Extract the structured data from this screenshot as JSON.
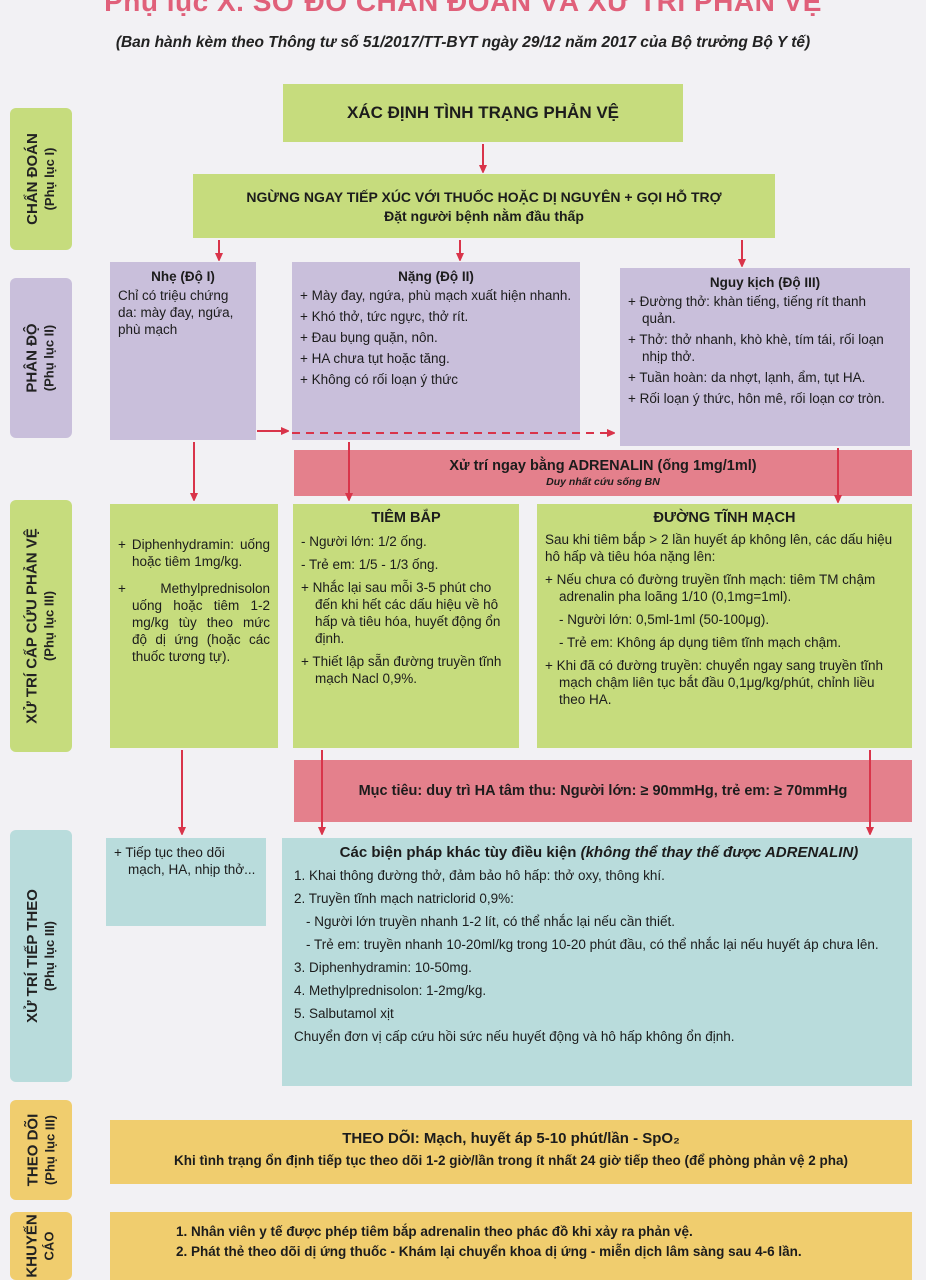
{
  "header": {
    "title": "Phụ lục X. SƠ ĐỒ CHẨN ĐOÁN VÀ XỬ TRÍ PHẢN VỆ",
    "subtitle": "(Ban hành kèm theo Thông tư số 51/2017/TT-BYT ngày 29/12 năm 2017 của Bộ trưởng Bộ Y tế)"
  },
  "sections": {
    "chan_doan": {
      "label": "CHẨN ĐOÁN",
      "sub": "(Phụ lục I)"
    },
    "phan_do": {
      "label": "PHÂN ĐỘ",
      "sub": "(Phụ lục II)"
    },
    "cap_cuu": {
      "label": "XỬ TRÍ CẤP CỨU PHẢN VỆ",
      "sub": "(Phụ lục III)"
    },
    "tiep_theo": {
      "label": "XỬ TRÍ TIẾP THEO",
      "sub": "(Phụ lục III)"
    },
    "theo_doi": {
      "label": "THEO DÕI",
      "sub": "(Phụ lục III)"
    },
    "khuyen_cao": {
      "label": "KHUYẾN",
      "sub": "CÁO"
    }
  },
  "diagnosis": {
    "title": "XÁC ĐỊNH TÌNH TRẠNG PHẢN VỆ",
    "stop_line1": "NGỪNG NGAY TIẾP XÚC VỚI THUỐC HOẶC DỊ NGUYÊN + GỌI HỖ TRỢ",
    "stop_line2": "Đặt người bệnh nằm đầu thấp"
  },
  "grades": {
    "mild": {
      "title": "Nhẹ (Độ I)",
      "text": "Chỉ có triệu chứng da: mày đay, ngứa, phù mạch"
    },
    "severe": {
      "title": "Nặng (Độ II)",
      "items": [
        "+ Mày đay, ngứa, phù mạch xuất hiện nhanh.",
        "+ Khó thở, tức ngực, thở rít.",
        "+ Đau bụng quặn, nôn.",
        "+ HA chưa tụt hoặc tăng.",
        "+ Không có rối loạn ý thức"
      ]
    },
    "critical": {
      "title": "Nguy kịch (Độ III)",
      "items": [
        "+ Đường thở: khàn tiếng, tiếng rít thanh quản.",
        "+ Thở: thở nhanh, khò khè, tím tái, rối loạn nhịp thở.",
        "+ Tuần hoàn: da nhợt, lạnh, ẩm, tụt HA.",
        "+ Rối loạn ý thức, hôn mê, rối loạn cơ tròn."
      ]
    }
  },
  "adrenalin": {
    "text": "Xử trí ngay bằng ADRENALIN (ống 1mg/1ml)",
    "sub": "Duy nhất cứu sống BN"
  },
  "emergency": {
    "mild_items": [
      "+ Diphenhydramin: uống hoặc tiêm 1mg/kg.",
      "+ Methylprednisolon uống hoặc tiêm 1-2 mg/kg tùy theo mức độ dị ứng (hoặc các thuốc tương tự)."
    ],
    "im": {
      "title": "TIÊM BẮP",
      "items": [
        "- Người lớn: 1/2 ống.",
        "- Trẻ em: 1/5 - 1/3 ống.",
        "+ Nhắc lại sau mỗi 3-5 phút cho đến khi hết các dấu hiệu về hô hấp và tiêu hóa, huyết động ổn định.",
        "+ Thiết lập sẵn đường truyền tĩnh mạch Nacl 0,9%."
      ]
    },
    "iv": {
      "title": "ĐƯỜNG TĨNH MẠCH",
      "items": [
        "Sau khi tiêm bắp > 2 lần huyết áp không lên, các dấu hiệu hô hấp và tiêu hóa nặng lên:",
        "+ Nếu chưa có đường truyền tĩnh mạch: tiêm TM chậm adrenalin pha loãng 1/10 (0,1mg=1ml).",
        "- Người lớn: 0,5ml-1ml (50-100μg).",
        "- Trẻ em: Không áp dụng tiêm tĩnh mạch chậm.",
        "+ Khi đã có đường truyền: chuyển ngay sang truyền tĩnh mạch chậm liên tục bắt đầu 0,1μg/kg/phút, chỉnh liều theo HA."
      ]
    }
  },
  "target": {
    "text": "Mục tiêu: duy trì HA tâm thu: Người lớn: ≥ 90mmHg, trẻ em: ≥ 70mmHg"
  },
  "followup": {
    "mild": "+ Tiếp tục theo dõi mạch, HA, nhịp thở...",
    "title": "Các biện pháp khác tùy điều kiện",
    "title_note": "(không thể thay thế được ADRENALIN)",
    "items": [
      "1. Khai thông đường thở, đảm bảo hô hấp: thở oxy, thông khí.",
      "2. Truyền tĩnh mạch natriclorid 0,9%:",
      "- Người lớn truyền nhanh 1-2 lít, có thể nhắc lại nếu cần thiết.",
      "- Trẻ em: truyền nhanh 10-20ml/kg trong 10-20 phút đầu, có thể nhắc lại nếu huyết áp chưa lên.",
      "3. Diphenhydramin: 10-50mg.",
      "4. Methylprednisolon: 1-2mg/kg.",
      "5. Salbutamol xịt",
      "Chuyển đơn vị cấp cứu hồi sức nếu huyết động và hô hấp không ổn định."
    ]
  },
  "monitor": {
    "line1_prefix": "THEO DÕI:",
    "line1": "Mạch, huyết áp 5-10 phút/lần - SpO₂",
    "line2": "Khi tình trạng ổn định tiếp tục theo dõi 1-2 giờ/lần trong ít nhất 24 giờ tiếp theo (để phòng phản vệ 2 pha)"
  },
  "recommend": {
    "items": [
      "1. Nhân viên y tế được phép tiêm bắp adrenalin theo phác đồ khi xảy ra phản vệ.",
      "2. Phát thẻ theo dõi dị ứng thuốc - Khám lại chuyển khoa dị ứng - miễn dịch lâm sàng sau 4-6 lần."
    ]
  },
  "colors": {
    "arrow": "#d9344a",
    "green": "#c6dc7d",
    "purple": "#c9bfdb",
    "red": "#e4808c",
    "blue": "#b9dcdc",
    "yellow": "#f0cd6e"
  }
}
